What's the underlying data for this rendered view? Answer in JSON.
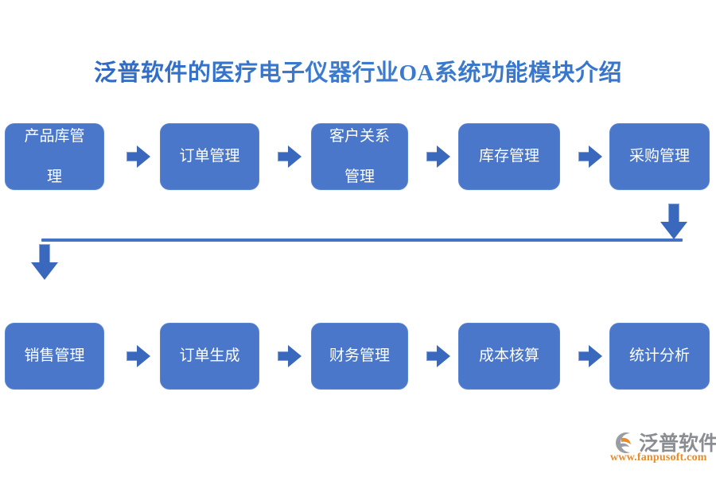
{
  "page": {
    "title": "泛普软件的医疗电子仪器行业OA系统功能模块介绍",
    "background_color": "#FFFFFF"
  },
  "colors": {
    "title_blue": "#2F6CC3",
    "node_fill": "#4A77C9",
    "node_border": "#5A85D0",
    "node_text": "#FFFFFF",
    "arrow_fill": "#3A68BC",
    "connector_line": "#4472C4",
    "logo_gray": "#8A8D92",
    "logo_orange": "#E98A2B"
  },
  "flow": {
    "row1": {
      "name": "top-process-row",
      "nodes": [
        {
          "id": "product-library-management",
          "label": "产品库管理",
          "lines": [
            "产品库管",
            "理"
          ]
        },
        {
          "id": "order-management",
          "label": "订单管理",
          "lines": [
            "订单管理"
          ]
        },
        {
          "id": "customer-relationship-management",
          "label": "客户关系管理",
          "lines": [
            "客户关系",
            "管理"
          ]
        },
        {
          "id": "inventory-management",
          "label": "库存管理",
          "lines": [
            "库存管理"
          ]
        },
        {
          "id": "purchase-management",
          "label": "采购管理",
          "lines": [
            "采购管理"
          ]
        }
      ],
      "connector_icons": [
        "arrow-right-icon",
        "arrow-right-icon",
        "arrow-right-icon",
        "arrow-right-icon"
      ]
    },
    "row2": {
      "name": "bottom-process-row",
      "nodes": [
        {
          "id": "sales-management",
          "label": "销售管理",
          "lines": [
            "销售管理"
          ]
        },
        {
          "id": "order-generation",
          "label": "订单生成",
          "lines": [
            "订单生成"
          ]
        },
        {
          "id": "finance-management",
          "label": "财务管理",
          "lines": [
            "财务管理"
          ]
        },
        {
          "id": "cost-accounting",
          "label": "成本核算",
          "lines": [
            "成本核算"
          ]
        },
        {
          "id": "statistical-analysis",
          "label": "统计分析",
          "lines": [
            "统计分析"
          ]
        }
      ],
      "connector_icons": [
        "arrow-right-icon",
        "arrow-right-icon",
        "arrow-right-icon",
        "arrow-right-icon"
      ]
    },
    "wrap_connector": {
      "name": "row-wrap-connector",
      "down_arrow_right": "arrow-down-icon",
      "horizontal_line": "horizontal-connector-line",
      "down_arrow_left": "arrow-down-icon"
    }
  },
  "logo": {
    "mark": "fanpu-circle-logo-icon",
    "name": "泛普软件",
    "url": "www.fanpusoft.com"
  }
}
